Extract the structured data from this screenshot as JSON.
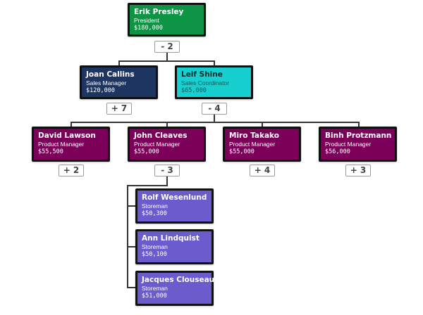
{
  "colors": {
    "president": "#0d9444",
    "sales_manager": "#1e3461",
    "sales_coordinator": "#17cfcf",
    "product_manager": "#7c0059",
    "storeman": "#6a5ccc"
  },
  "nodes": {
    "erik": {
      "name": "Erik Presley",
      "title": "President",
      "salary": "$180,000"
    },
    "joan": {
      "name": "Joan Callins",
      "title": "Sales Manager",
      "salary": "$120,000"
    },
    "leif": {
      "name": "Leif Shine",
      "title": "Sales Coordinator",
      "salary": "$65,000"
    },
    "david": {
      "name": "David Lawson",
      "title": "Product Manager",
      "salary": "$55,500"
    },
    "john": {
      "name": "John Cleaves",
      "title": "Product Manager",
      "salary": "$55,000"
    },
    "miro": {
      "name": "Miro Takako",
      "title": "Product Manager",
      "salary": "$55,000"
    },
    "binh": {
      "name": "Binh Protzmann",
      "title": "Product Manager",
      "salary": "$56,000"
    },
    "rolf": {
      "name": "Rolf Wesenlund",
      "title": "Storeman",
      "salary": "$50,300"
    },
    "ann": {
      "name": "Ann Lindquist",
      "title": "Storeman",
      "salary": "$50,100"
    },
    "jacques": {
      "name": "Jacques Clouseau",
      "title": "Storeman",
      "salary": "$51,000"
    }
  },
  "toggles": {
    "erik": "- 2",
    "joan": "+ 7",
    "leif": "- 4",
    "david": "+ 2",
    "john": "- 3",
    "miro": "+ 4",
    "binh": "+ 3"
  }
}
